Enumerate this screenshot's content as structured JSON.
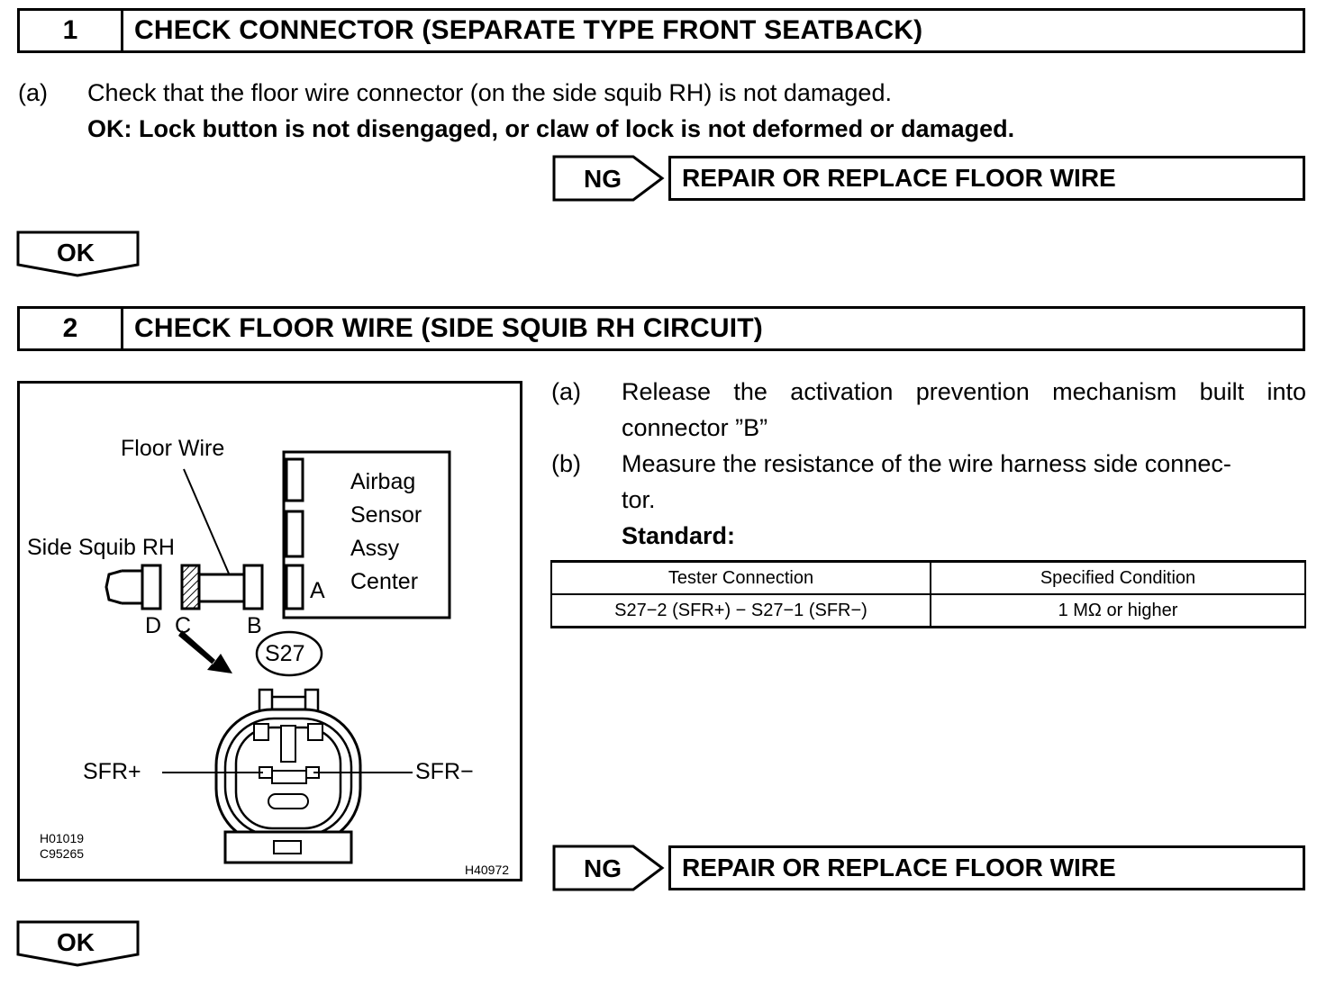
{
  "step1": {
    "number": "1",
    "title": "CHECK CONNECTOR (SEPARATE TYPE FRONT SEATBACK)",
    "item_a_marker": "(a)",
    "item_a_text": "Check that the floor wire connector (on the side squib RH) is not damaged.",
    "ok_criteria": "OK: Lock button is not disengaged, or claw of lock is not deformed or damaged.",
    "ng_label": "NG",
    "ng_action": "REPAIR OR REPLACE FLOOR WIRE",
    "ok_label": "OK"
  },
  "step2": {
    "number": "2",
    "title": "CHECK FLOOR WIRE (SIDE SQUIB RH CIRCUIT)",
    "item_a_marker": "(a)",
    "item_a_line1": "Release the activation prevention mechanism built into",
    "item_a_line2": "connector ”B”",
    "item_b_marker": "(b)",
    "item_b_line1": "Measure the resistance of the wire harness side connec-",
    "item_b_line2": "tor.",
    "standard_label": "Standard:",
    "table": {
      "headers": [
        "Tester Connection",
        "Specified Condition"
      ],
      "rows": [
        [
          "S27−2 (SFR+) − S27−1 (SFR−)",
          "1 MΩ or higher"
        ]
      ]
    },
    "ng_label": "NG",
    "ng_action": "REPAIR OR REPLACE FLOOR WIRE",
    "ok_label": "OK"
  },
  "figure": {
    "floor_wire": "Floor Wire",
    "side_squib": "Side Squib RH",
    "sensor_line1": "Airbag",
    "sensor_line2": "Sensor",
    "sensor_line3": "Assy",
    "sensor_line4": "Center",
    "label_a": "A",
    "label_b": "B",
    "label_c": "C",
    "label_d": "D",
    "connector_id": "S27",
    "sfr_plus": "SFR+",
    "sfr_minus": "SFR−",
    "code1": "H01019",
    "code2": "C95265",
    "code3": "H40972"
  }
}
